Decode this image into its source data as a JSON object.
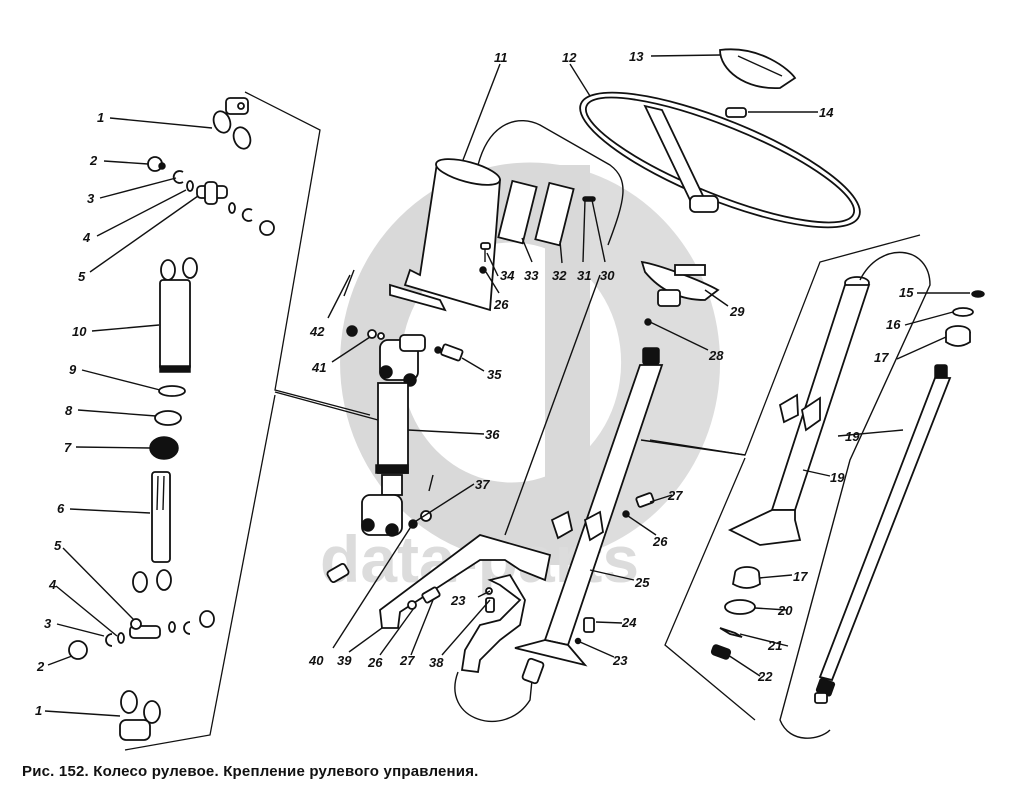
{
  "figure": {
    "caption": "Рис. 152. Колесо рулевое. Крепление рулевого управления.",
    "watermark_text": "data-parts",
    "watermark_logo": "GP"
  },
  "callouts": [
    {
      "id": "c1a",
      "label": "1",
      "part": "yoke-upper"
    },
    {
      "id": "c2a",
      "label": "2",
      "part": "bearing-cup-upper"
    },
    {
      "id": "c3a",
      "label": "3",
      "part": "retaining-ring-upper"
    },
    {
      "id": "c4a",
      "label": "4",
      "part": "seal-ring-upper"
    },
    {
      "id": "c5a",
      "label": "5",
      "part": "cross-upper"
    },
    {
      "id": "c10",
      "label": "10",
      "part": "intermediate-shaft-tube"
    },
    {
      "id": "c9",
      "label": "9",
      "part": "washer"
    },
    {
      "id": "c8",
      "label": "8",
      "part": "seal"
    },
    {
      "id": "c7",
      "label": "7",
      "part": "boot"
    },
    {
      "id": "c6",
      "label": "6",
      "part": "splined-shaft-yoke"
    },
    {
      "id": "c5b",
      "label": "5",
      "part": "cross-lower"
    },
    {
      "id": "c4b",
      "label": "4",
      "part": "seal-ring-lower"
    },
    {
      "id": "c3b",
      "label": "3",
      "part": "retaining-ring-lower"
    },
    {
      "id": "c2b",
      "label": "2",
      "part": "bearing-cup-lower"
    },
    {
      "id": "c1b",
      "label": "1",
      "part": "yoke-lower"
    },
    {
      "id": "c11",
      "label": "11",
      "part": "column-cover"
    },
    {
      "id": "c12",
      "label": "12",
      "part": "steering-wheel"
    },
    {
      "id": "c13",
      "label": "13",
      "part": "horn-pad"
    },
    {
      "id": "c14",
      "label": "14",
      "part": "nut"
    },
    {
      "id": "c15",
      "label": "15",
      "part": "ring"
    },
    {
      "id": "c16",
      "label": "16",
      "part": "washer"
    },
    {
      "id": "c17a",
      "label": "17",
      "part": "bushing-upper"
    },
    {
      "id": "c19a",
      "label": "19",
      "part": "steering-column-tube"
    },
    {
      "id": "c19b",
      "label": "19",
      "part": "steering-shaft"
    },
    {
      "id": "c17b",
      "label": "17",
      "part": "bushing-lower"
    },
    {
      "id": "c20",
      "label": "20",
      "part": "bushing-retainer"
    },
    {
      "id": "c21",
      "label": "21",
      "part": "spring"
    },
    {
      "id": "c22",
      "label": "22",
      "part": "nut"
    },
    {
      "id": "c42",
      "label": "42",
      "part": "cotter-pin"
    },
    {
      "id": "c41",
      "label": "41",
      "part": "washer-nut"
    },
    {
      "id": "c35a",
      "label": "35",
      "part": "bolt"
    },
    {
      "id": "c36",
      "label": "36",
      "part": "intermediate-shaft-assembly"
    },
    {
      "id": "c37",
      "label": "37",
      "part": "nut"
    },
    {
      "id": "c34",
      "label": "34",
      "part": "screw"
    },
    {
      "id": "c33",
      "label": "33",
      "part": "gasket"
    },
    {
      "id": "c32",
      "label": "32",
      "part": "seal-plate"
    },
    {
      "id": "c31",
      "label": "31",
      "part": "washer"
    },
    {
      "id": "c30",
      "label": "30",
      "part": "screw"
    },
    {
      "id": "c26a",
      "label": "26",
      "part": "washer"
    },
    {
      "id": "c29",
      "label": "29",
      "part": "switch-housing"
    },
    {
      "id": "c28",
      "label": "28",
      "part": "pin"
    },
    {
      "id": "c27a",
      "label": "27",
      "part": "bolt"
    },
    {
      "id": "c26b",
      "label": "26",
      "part": "washer"
    },
    {
      "id": "c25",
      "label": "25",
      "part": "column-shaft"
    },
    {
      "id": "c24",
      "label": "24",
      "part": "bolt"
    },
    {
      "id": "c23a",
      "label": "23",
      "part": "washer"
    },
    {
      "id": "c23b",
      "label": "23",
      "part": "washer"
    },
    {
      "id": "c40",
      "label": "40",
      "part": "pin"
    },
    {
      "id": "c39",
      "label": "39",
      "part": "bracket"
    },
    {
      "id": "c26c",
      "label": "26",
      "part": "washer"
    },
    {
      "id": "c27b",
      "label": "27",
      "part": "bolt"
    },
    {
      "id": "c38",
      "label": "38",
      "part": "bolt"
    }
  ]
}
